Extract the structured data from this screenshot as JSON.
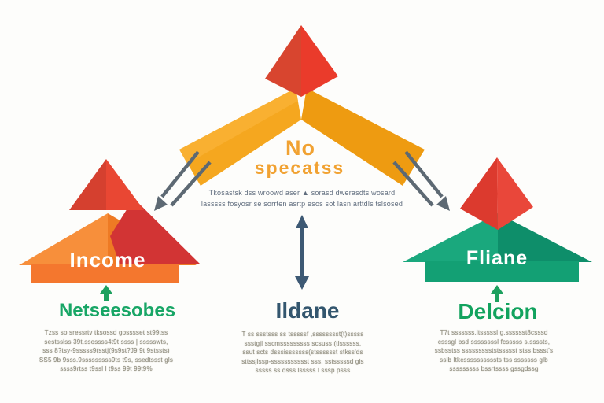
{
  "diagram": {
    "top": {
      "heading_line1": "No",
      "heading_line2": "specatss",
      "note_line1": "Tkosastsk dss wroowd aser ▲ sorasd dwerasdts wosard",
      "note_line2": "lasssss fosyosr se sorrten asrtp esos sot lasn arttdls tslsosed"
    },
    "left": {
      "house_label": "Income",
      "title": "Netseesobes",
      "body_lines": [
        "Tzss so sressrtv tksossd gosssset st99tss",
        "sestsslss 39t.ssossss4t9t ssss | ssssswts,",
        "sss 8?tsy-9sssss9(sstj(9s9st?J9 9t 9stssts)",
        "SS5 9b 9sss.9sssssssss9ts t9s, ssedtssst gls",
        "ssss9rtss t9ssl l t9ss 99t 99t9%"
      ]
    },
    "middle": {
      "title": "Ildane",
      "body_lines": [
        "T ss ssstsss ss tsssssf ,sssssssst(t)sssss",
        "ssstgjl sscmsssssssss scsuss (tlssssss,",
        "ssut scts dsssisssssss(stsssssst stkss'ds",
        "sttssjlssp-ssssssssssst sss. sstsssssd gls",
        "sssss ss dsss lsssss l sssp psss"
      ]
    },
    "right": {
      "house_label": "Fliane",
      "title": "Delcion",
      "body_lines": [
        "T7t sssssss.ltsssssl g.sssssst8csssd",
        "csssgl bsd ssssssssl fcsssss s.ssssts,",
        "ssbsstss ssssssssststssssst stss bssst's",
        "sslb ltkcssssssssssts tss sssssss glb",
        "sssssssss bssrtssss gssgdssg"
      ]
    },
    "colors": {
      "accent_orange_text": "#f1a232",
      "band_orange_left": "#f5a71f",
      "band_orange_right": "#ee9b11",
      "house_orange": "#f4772e",
      "red": "#e94733",
      "dark_red": "#d23434",
      "teal_green": "#13a074",
      "label_green": "#18a666",
      "label_navy": "#33566e",
      "arrow_gray": "#5d6973",
      "vertical_arrow_navy": "#3d5974",
      "small_arrow_green": "#1ca05e",
      "paragraph_gray": "#908d7e",
      "background": "#fdfdfb"
    }
  }
}
